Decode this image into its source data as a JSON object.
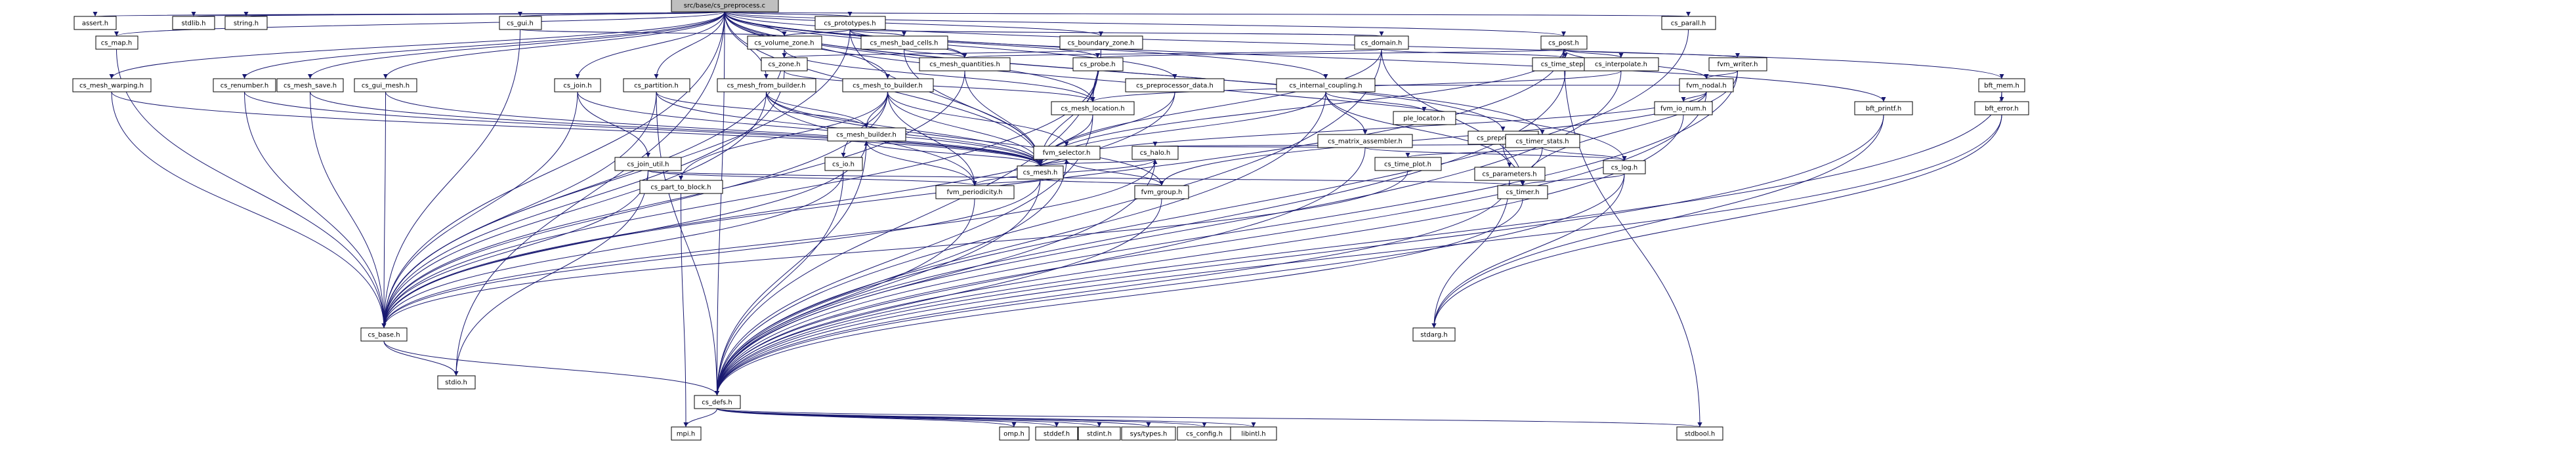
{
  "graph": {
    "colors": {
      "root_fill": "#bfbfbf",
      "node_fill": "#ffffff",
      "node_border": "#000000",
      "link_text": "#000000",
      "red_text": "#ff0000",
      "system_text": "#999999",
      "edge": "#191970"
    },
    "nodes": [
      {
        "id": "root",
        "label": "src/base/cs_preprocess.c",
        "style": "root"
      },
      {
        "id": "assert",
        "label": "assert.h",
        "style": "system"
      },
      {
        "id": "stdlib",
        "label": "stdlib.h",
        "style": "system"
      },
      {
        "id": "string",
        "label": "string.h",
        "style": "system"
      },
      {
        "id": "stdio",
        "label": "stdio.h",
        "style": "system"
      },
      {
        "id": "mpi",
        "label": "mpi.h",
        "style": "system"
      },
      {
        "id": "omp",
        "label": "omp.h",
        "style": "system"
      },
      {
        "id": "stddef",
        "label": "stddef.h",
        "style": "system"
      },
      {
        "id": "stdint",
        "label": "stdint.h",
        "style": "system"
      },
      {
        "id": "systypes",
        "label": "sys/types.h",
        "style": "system"
      },
      {
        "id": "csconfig",
        "label": "cs_config.h",
        "style": "system"
      },
      {
        "id": "libintl",
        "label": "libintl.h",
        "style": "system"
      },
      {
        "id": "stdbool",
        "label": "stdbool.h",
        "style": "system"
      },
      {
        "id": "stdarg",
        "label": "stdarg.h",
        "style": "system"
      },
      {
        "id": "cs_defs",
        "label": "cs_defs.h",
        "style": "link"
      },
      {
        "id": "cs_base",
        "label": "cs_base.h",
        "style": "link"
      },
      {
        "id": "cs_map",
        "label": "cs_map.h",
        "style": "link"
      },
      {
        "id": "cs_gui",
        "label": "cs_gui.h",
        "style": "link"
      },
      {
        "id": "cs_volume_zone",
        "label": "cs_volume_zone.h",
        "style": "link"
      },
      {
        "id": "cs_zone",
        "label": "cs_zone.h",
        "style": "link"
      },
      {
        "id": "cs_mesh_location",
        "label": "cs_mesh_location.h",
        "style": "link"
      },
      {
        "id": "cs_mesh",
        "label": "cs_mesh.h",
        "style": "red"
      },
      {
        "id": "cs_prototypes",
        "label": "cs_prototypes.h",
        "style": "link"
      },
      {
        "id": "cs_mesh_bad_cells",
        "label": "cs_mesh_bad_cells.h",
        "style": "link"
      },
      {
        "id": "cs_mesh_quantities",
        "label": "cs_mesh_quantities.h",
        "style": "link"
      },
      {
        "id": "cs_domain",
        "label": "cs_domain.h",
        "style": "red"
      },
      {
        "id": "cs_boundary_zone",
        "label": "cs_boundary_zone.h",
        "style": "link"
      },
      {
        "id": "cs_probe",
        "label": "cs_probe.h",
        "style": "link"
      },
      {
        "id": "cs_post",
        "label": "cs_post.h",
        "style": "link"
      },
      {
        "id": "cs_time_step",
        "label": "cs_time_step.h",
        "style": "link"
      },
      {
        "id": "cs_interpolate",
        "label": "cs_interpolate.h",
        "style": "link"
      },
      {
        "id": "fvm_writer",
        "label": "fvm_writer.h",
        "style": "red"
      },
      {
        "id": "fvm_nodal",
        "label": "fvm_nodal.h",
        "style": "red"
      },
      {
        "id": "fvm_io_num",
        "label": "fvm_io_num.h",
        "style": "red"
      },
      {
        "id": "cs_parall",
        "label": "cs_parall.h",
        "style": "link"
      },
      {
        "id": "bft_mem",
        "label": "bft_mem.h",
        "style": "link"
      },
      {
        "id": "bft_error",
        "label": "bft_error.h",
        "style": "link"
      },
      {
        "id": "bft_printf",
        "label": "bft_printf.h",
        "style": "link"
      },
      {
        "id": "cs_mesh_warping",
        "label": "cs_mesh_warping.h",
        "style": "link"
      },
      {
        "id": "cs_renumber",
        "label": "cs_renumber.h",
        "style": "link"
      },
      {
        "id": "cs_mesh_save",
        "label": "cs_mesh_save.h",
        "style": "link"
      },
      {
        "id": "cs_gui_mesh",
        "label": "cs_gui_mesh.h",
        "style": "link"
      },
      {
        "id": "cs_join",
        "label": "cs_join.h",
        "style": "link"
      },
      {
        "id": "cs_join_util",
        "label": "cs_join_util.h",
        "style": "red"
      },
      {
        "id": "cs_partition",
        "label": "cs_partition.h",
        "style": "link"
      },
      {
        "id": "cs_mesh_from_builder",
        "label": "cs_mesh_from_builder.h",
        "style": "link"
      },
      {
        "id": "cs_mesh_to_builder",
        "label": "cs_mesh_to_builder.h",
        "style": "link"
      },
      {
        "id": "cs_io",
        "label": "cs_io.h",
        "style": "red"
      },
      {
        "id": "cs_part_to_block",
        "label": "cs_part_to_block.h",
        "style": "red"
      },
      {
        "id": "cs_mesh_builder",
        "label": "cs_mesh_builder.h",
        "style": "red"
      },
      {
        "id": "fvm_periodicity",
        "label": "fvm_periodicity.h",
        "style": "red"
      },
      {
        "id": "fvm_selector",
        "label": "fvm_selector.h",
        "style": "red"
      },
      {
        "id": "fvm_group",
        "label": "fvm_group.h",
        "style": "red"
      },
      {
        "id": "cs_halo",
        "label": "cs_halo.h",
        "style": "red"
      },
      {
        "id": "cs_preprocessor_data",
        "label": "cs_preprocessor_data.h",
        "style": "link"
      },
      {
        "id": "cs_internal_coupling",
        "label": "cs_internal_coupling.h",
        "style": "link"
      },
      {
        "id": "ple_locator",
        "label": "ple_locator.h",
        "style": "system"
      },
      {
        "id": "cs_matrix_assembler",
        "label": "cs_matrix_assembler.h",
        "style": "link"
      },
      {
        "id": "cs_parameters",
        "label": "cs_parameters.h",
        "style": "red"
      },
      {
        "id": "cs_preprocess_h",
        "label": "cs_preprocess.h",
        "style": "link"
      },
      {
        "id": "cs_timer_stats",
        "label": "cs_timer_stats.h",
        "style": "link"
      },
      {
        "id": "cs_log",
        "label": "cs_log.h",
        "style": "link"
      },
      {
        "id": "cs_timer",
        "label": "cs_timer.h",
        "style": "link"
      },
      {
        "id": "cs_time_plot",
        "label": "cs_time_plot.h",
        "style": "link"
      }
    ],
    "edges": [
      [
        "root",
        "assert"
      ],
      [
        "root",
        "stdlib"
      ],
      [
        "root",
        "string"
      ],
      [
        "root",
        "stdio"
      ],
      [
        "root",
        "cs_map"
      ],
      [
        "root",
        "cs_gui"
      ],
      [
        "root",
        "cs_volume_zone"
      ],
      [
        "root",
        "cs_prototypes"
      ],
      [
        "root",
        "cs_mesh_quantities"
      ],
      [
        "root",
        "cs_boundary_zone"
      ],
      [
        "root",
        "cs_post"
      ],
      [
        "root",
        "cs_parall"
      ],
      [
        "root",
        "bft_mem"
      ],
      [
        "root",
        "bft_printf"
      ],
      [
        "root",
        "cs_defs"
      ],
      [
        "root",
        "cs_mesh_warping"
      ],
      [
        "root",
        "cs_renumber"
      ],
      [
        "root",
        "cs_mesh_save"
      ],
      [
        "root",
        "cs_gui_mesh"
      ],
      [
        "root",
        "cs_join"
      ],
      [
        "root",
        "cs_partition"
      ],
      [
        "root",
        "cs_mesh_from_builder"
      ],
      [
        "root",
        "cs_mesh_to_builder"
      ],
      [
        "root",
        "cs_mesh"
      ],
      [
        "root",
        "cs_mesh_location"
      ],
      [
        "root",
        "cs_preprocessor_data"
      ],
      [
        "root",
        "cs_internal_coupling"
      ],
      [
        "root",
        "cs_preprocess_h"
      ],
      [
        "root",
        "cs_timer_stats"
      ],
      [
        "root",
        "cs_log"
      ],
      [
        "root",
        "cs_base"
      ],
      [
        "cs_map",
        "cs_base"
      ],
      [
        "cs_gui",
        "cs_volume_zone"
      ],
      [
        "cs_gui",
        "cs_base"
      ],
      [
        "cs_volume_zone",
        "cs_zone"
      ],
      [
        "cs_volume_zone",
        "cs_mesh_location"
      ],
      [
        "cs_volume_zone",
        "cs_base"
      ],
      [
        "cs_zone",
        "cs_mesh_location"
      ],
      [
        "cs_zone",
        "cs_base"
      ],
      [
        "cs_prototypes",
        "cs_volume_zone"
      ],
      [
        "cs_prototypes",
        "cs_mesh_bad_cells"
      ],
      [
        "cs_prototypes",
        "cs_mesh_quantities"
      ],
      [
        "cs_prototypes",
        "cs_domain"
      ],
      [
        "cs_prototypes",
        "cs_probe"
      ],
      [
        "cs_prototypes",
        "cs_mesh"
      ],
      [
        "cs_prototypes",
        "cs_base"
      ],
      [
        "cs_mesh_bad_cells",
        "cs_mesh_quantities"
      ],
      [
        "cs_mesh_bad_cells",
        "cs_mesh"
      ],
      [
        "cs_mesh_quantities",
        "cs_mesh"
      ],
      [
        "cs_mesh_quantities",
        "cs_base"
      ],
      [
        "cs_domain",
        "cs_mesh_quantities"
      ],
      [
        "cs_domain",
        "cs_time_step"
      ],
      [
        "cs_domain",
        "cs_timer"
      ],
      [
        "cs_domain",
        "cs_mesh"
      ],
      [
        "cs_domain",
        "cs_defs"
      ],
      [
        "cs_boundary_zone",
        "cs_zone"
      ],
      [
        "cs_boundary_zone",
        "cs_mesh_location"
      ],
      [
        "cs_boundary_zone",
        "cs_defs"
      ],
      [
        "cs_probe",
        "cs_mesh_location"
      ],
      [
        "cs_probe",
        "cs_mesh"
      ],
      [
        "cs_probe",
        "cs_base"
      ],
      [
        "cs_post",
        "cs_probe"
      ],
      [
        "cs_post",
        "cs_time_step"
      ],
      [
        "cs_post",
        "cs_interpolate"
      ],
      [
        "cs_post",
        "fvm_writer"
      ],
      [
        "cs_post",
        "fvm_nodal"
      ],
      [
        "cs_post",
        "cs_mesh"
      ],
      [
        "cs_post",
        "cs_base"
      ],
      [
        "cs_post",
        "stdbool"
      ],
      [
        "cs_time_step",
        "cs_defs"
      ],
      [
        "cs_interpolate",
        "cs_mesh_location"
      ],
      [
        "cs_interpolate",
        "cs_defs"
      ],
      [
        "fvm_writer",
        "fvm_nodal"
      ],
      [
        "fvm_writer",
        "cs_timer"
      ],
      [
        "fvm_writer",
        "cs_defs"
      ],
      [
        "fvm_nodal",
        "fvm_io_num"
      ],
      [
        "fvm_nodal",
        "fvm_group"
      ],
      [
        "fvm_nodal",
        "cs_mesh"
      ],
      [
        "fvm_nodal",
        "cs_defs"
      ],
      [
        "fvm_io_num",
        "cs_defs"
      ],
      [
        "cs_parall",
        "cs_defs"
      ],
      [
        "bft_mem",
        "bft_error"
      ],
      [
        "bft_mem",
        "cs_defs"
      ],
      [
        "bft_error",
        "stdarg"
      ],
      [
        "bft_error",
        "cs_defs"
      ],
      [
        "bft_printf",
        "stdarg"
      ],
      [
        "bft_printf",
        "cs_defs"
      ],
      [
        "cs_mesh_warping",
        "cs_mesh"
      ],
      [
        "cs_mesh_warping",
        "cs_base"
      ],
      [
        "cs_renumber",
        "cs_mesh"
      ],
      [
        "cs_renumber",
        "cs_base"
      ],
      [
        "cs_mesh_save",
        "cs_mesh"
      ],
      [
        "cs_mesh_save",
        "cs_base"
      ],
      [
        "cs_gui_mesh",
        "cs_mesh"
      ],
      [
        "cs_gui_mesh",
        "cs_base"
      ],
      [
        "cs_join",
        "cs_join_util"
      ],
      [
        "cs_join",
        "cs_mesh"
      ],
      [
        "cs_join",
        "cs_base"
      ],
      [
        "cs_join_util",
        "cs_base"
      ],
      [
        "cs_join_util",
        "cs_timer"
      ],
      [
        "cs_join_util",
        "fvm_periodicity"
      ],
      [
        "cs_join_util",
        "stdio"
      ],
      [
        "cs_partition",
        "cs_mesh"
      ],
      [
        "cs_partition",
        "cs_mesh_builder"
      ],
      [
        "cs_partition",
        "cs_base"
      ],
      [
        "cs_partition",
        "cs_defs"
      ],
      [
        "cs_mesh_from_builder",
        "cs_mesh"
      ],
      [
        "cs_mesh_from_builder",
        "cs_mesh_builder"
      ],
      [
        "cs_mesh_from_builder",
        "fvm_periodicity"
      ],
      [
        "cs_mesh_from_builder",
        "cs_base"
      ],
      [
        "cs_mesh_from_builder",
        "fvm_group"
      ],
      [
        "cs_mesh_to_builder",
        "cs_mesh"
      ],
      [
        "cs_mesh_to_builder",
        "cs_io"
      ],
      [
        "cs_mesh_to_builder",
        "cs_part_to_block"
      ],
      [
        "cs_mesh_to_builder",
        "cs_mesh_builder"
      ],
      [
        "cs_mesh_to_builder",
        "fvm_periodicity"
      ],
      [
        "cs_mesh_to_builder",
        "cs_base"
      ],
      [
        "cs_mesh_to_builder",
        "fvm_selector"
      ],
      [
        "cs_io",
        "cs_base"
      ],
      [
        "cs_io",
        "cs_defs"
      ],
      [
        "cs_part_to_block",
        "mpi"
      ],
      [
        "cs_mesh_builder",
        "cs_base"
      ],
      [
        "cs_mesh_builder",
        "fvm_periodicity"
      ],
      [
        "cs_mesh_builder",
        "cs_defs"
      ],
      [
        "cs_mesh",
        "cs_base"
      ],
      [
        "cs_mesh",
        "cs_mesh_builder"
      ],
      [
        "cs_mesh",
        "fvm_selector"
      ],
      [
        "cs_mesh",
        "cs_halo"
      ],
      [
        "cs_mesh",
        "fvm_periodicity"
      ],
      [
        "cs_mesh",
        "fvm_group"
      ],
      [
        "cs_mesh",
        "cs_defs"
      ],
      [
        "fvm_selector",
        "fvm_group"
      ],
      [
        "fvm_selector",
        "cs_defs"
      ],
      [
        "fvm_periodicity",
        "cs_defs"
      ],
      [
        "fvm_group",
        "cs_defs"
      ],
      [
        "cs_halo",
        "cs_base"
      ],
      [
        "cs_halo",
        "fvm_periodicity"
      ],
      [
        "cs_halo",
        "cs_defs"
      ],
      [
        "cs_mesh_location",
        "cs_mesh"
      ],
      [
        "cs_mesh_location",
        "cs_defs"
      ],
      [
        "cs_preprocessor_data",
        "cs_mesh"
      ],
      [
        "cs_preprocessor_data",
        "cs_base"
      ],
      [
        "cs_internal_coupling",
        "cs_mesh"
      ],
      [
        "cs_internal_coupling",
        "ple_locator"
      ],
      [
        "cs_internal_coupling",
        "cs_matrix_assembler"
      ],
      [
        "cs_internal_coupling",
        "cs_parameters"
      ],
      [
        "cs_internal_coupling",
        "cs_defs"
      ],
      [
        "cs_internal_coupling",
        "fvm_nodal"
      ],
      [
        "cs_matrix_assembler",
        "cs_halo"
      ],
      [
        "cs_matrix_assembler",
        "cs_log"
      ],
      [
        "cs_matrix_assembler",
        "cs_defs"
      ],
      [
        "cs_parameters",
        "cs_defs"
      ],
      [
        "cs_parameters",
        "stdarg"
      ],
      [
        "cs_preprocess_h",
        "cs_halo"
      ],
      [
        "cs_preprocess_h",
        "cs_timer"
      ],
      [
        "cs_timer_stats",
        "cs_time_plot"
      ],
      [
        "cs_timer_stats",
        "cs_timer"
      ],
      [
        "cs_timer_stats",
        "cs_log"
      ],
      [
        "cs_time_plot",
        "cs_base"
      ],
      [
        "cs_log",
        "cs_timer"
      ],
      [
        "cs_log",
        "stdarg"
      ],
      [
        "cs_log",
        "cs_defs"
      ],
      [
        "cs_timer",
        "cs_defs"
      ],
      [
        "cs_base",
        "stdio"
      ],
      [
        "cs_base",
        "cs_defs"
      ],
      [
        "cs_defs",
        "mpi"
      ],
      [
        "cs_defs",
        "omp"
      ],
      [
        "cs_defs",
        "stddef"
      ],
      [
        "cs_defs",
        "stdint"
      ],
      [
        "cs_defs",
        "systypes"
      ],
      [
        "cs_defs",
        "csconfig"
      ],
      [
        "cs_defs",
        "libintl"
      ],
      [
        "cs_defs",
        "stdbool"
      ]
    ]
  }
}
